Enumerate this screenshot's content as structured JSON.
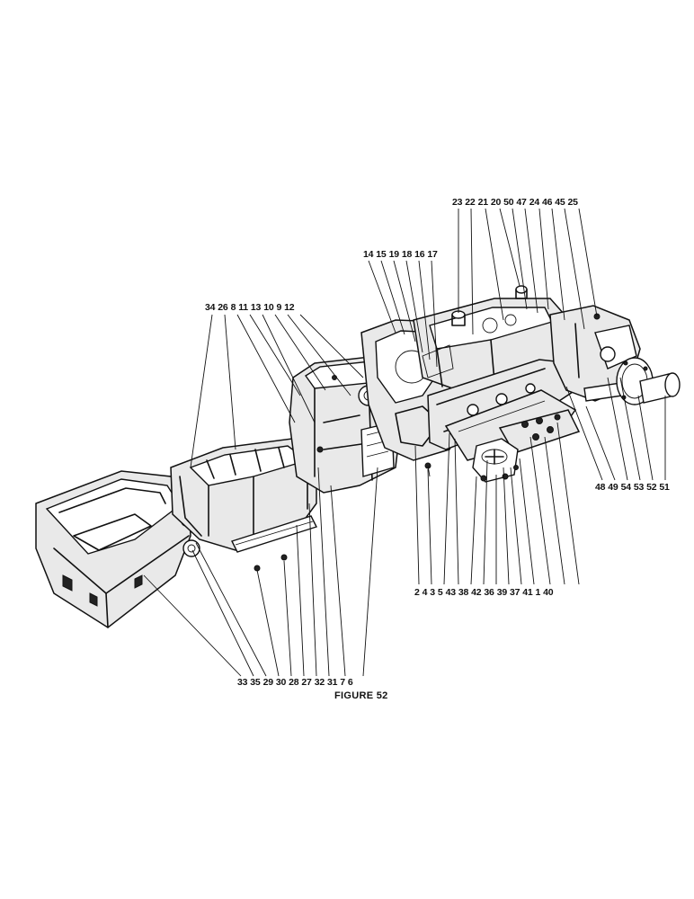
{
  "figure": {
    "caption": "FIGURE 52",
    "label_groups": {
      "top_right": [
        "23",
        "22",
        "21",
        "20",
        "50",
        "47",
        "24",
        "46",
        "45",
        "25"
      ],
      "upper_mid": [
        "14",
        "15",
        "19",
        "18",
        "16",
        "17"
      ],
      "upper_left": [
        "34",
        "26",
        "8",
        "11",
        "13",
        "10",
        "9",
        "12"
      ],
      "right_side": [
        "48",
        "49",
        "54",
        "53",
        "52",
        "51"
      ],
      "bottom_right": [
        "2",
        "4",
        "3",
        "5",
        "43",
        "38",
        "42",
        "36",
        "39",
        "37",
        "41",
        "1",
        "40"
      ],
      "bottom_left": [
        "33",
        "35",
        "29",
        "30",
        "28",
        "27",
        "32",
        "31",
        "7",
        "6"
      ]
    }
  }
}
